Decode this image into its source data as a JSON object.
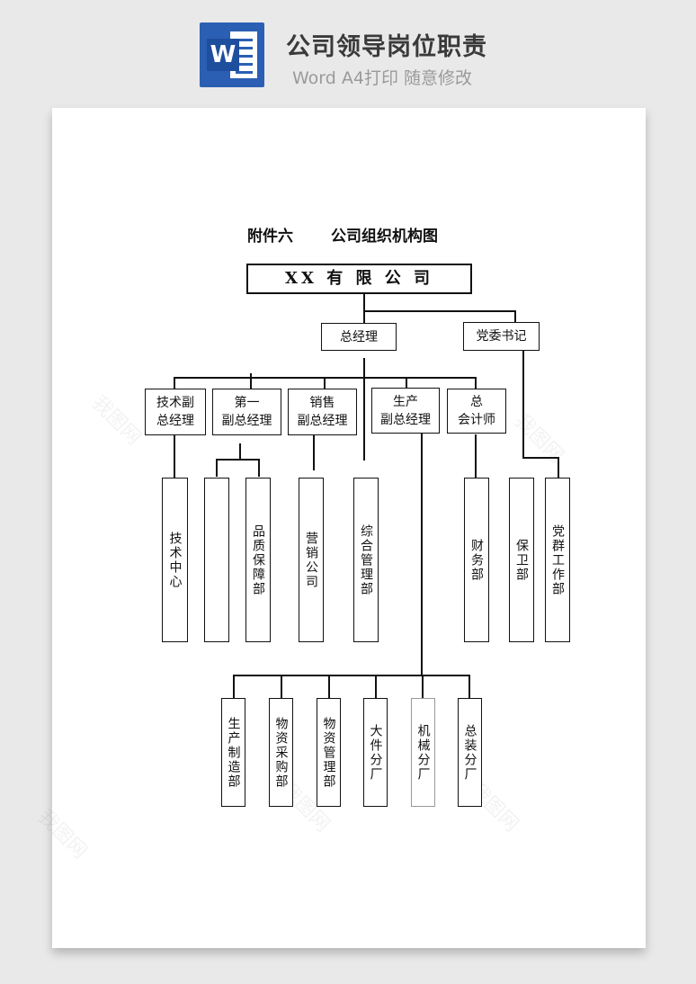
{
  "header": {
    "title": "公司领导岗位职责",
    "subtitle": "Word A4打印 随意修改",
    "icon": "word-icon",
    "icon_letter": "W"
  },
  "watermark": "我图网",
  "chart": {
    "attachment_label": "附件六",
    "title": "公司组织机构图",
    "company": "XX 有 限 公 司",
    "executives": [
      "总经理",
      "党委书记"
    ],
    "vice_presidents": [
      [
        "技术副",
        "总经理"
      ],
      [
        "第一",
        "副总经理"
      ],
      [
        "销售",
        "副总经理"
      ],
      [
        "生产",
        "副总经理"
      ],
      [
        "总",
        "会计师"
      ]
    ],
    "departments": [
      "技术中心",
      "",
      "品质保障部",
      "营销公司",
      "综合管理部",
      "财务部",
      "保卫部",
      "党群工作部"
    ],
    "production_units": [
      "生产制造部",
      "物资采购部",
      "物资管理部",
      "大件分厂",
      "机械分厂",
      "总装分厂"
    ]
  },
  "colors": {
    "accent": "#2b5fb4",
    "line": "#111111",
    "page": "#ffffff",
    "background": "#e9e9e9"
  }
}
